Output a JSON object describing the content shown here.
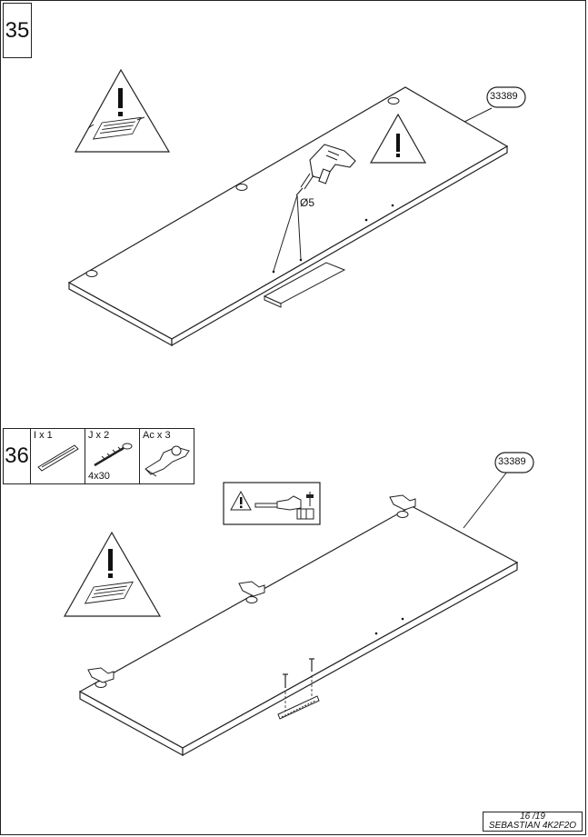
{
  "step_35": {
    "number": "35",
    "part_code": "33389",
    "drill_size": "Ø5"
  },
  "step_36": {
    "number": "36",
    "part_code": "33389",
    "parts": [
      {
        "qty": "I x 1",
        "size": ""
      },
      {
        "qty": "J x 2",
        "size": "4x30"
      },
      {
        "qty": "Ac x 3",
        "size": ""
      }
    ]
  },
  "footer": {
    "page": "16 /19",
    "model": "SEBASTIAN 4K2F2O"
  },
  "icons": [
    "warning-icon",
    "drill-icon",
    "hinge-icon",
    "screw-icon",
    "rail-icon"
  ]
}
